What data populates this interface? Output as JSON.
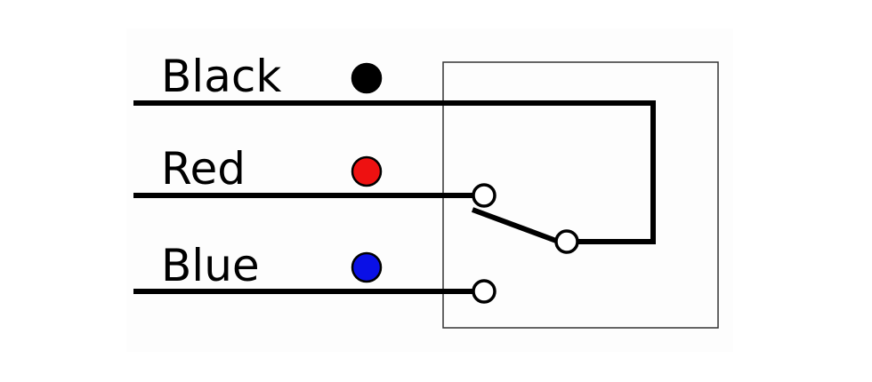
{
  "wires": [
    {
      "label": "Black",
      "dot_color": "#000000"
    },
    {
      "label": "Red",
      "dot_color": "#ee1111"
    },
    {
      "label": "Blue",
      "dot_color": "#0a10e6"
    }
  ],
  "colors": {
    "line": "#000000",
    "switch_box": "#333333",
    "terminal_fill": "#ffffff"
  }
}
